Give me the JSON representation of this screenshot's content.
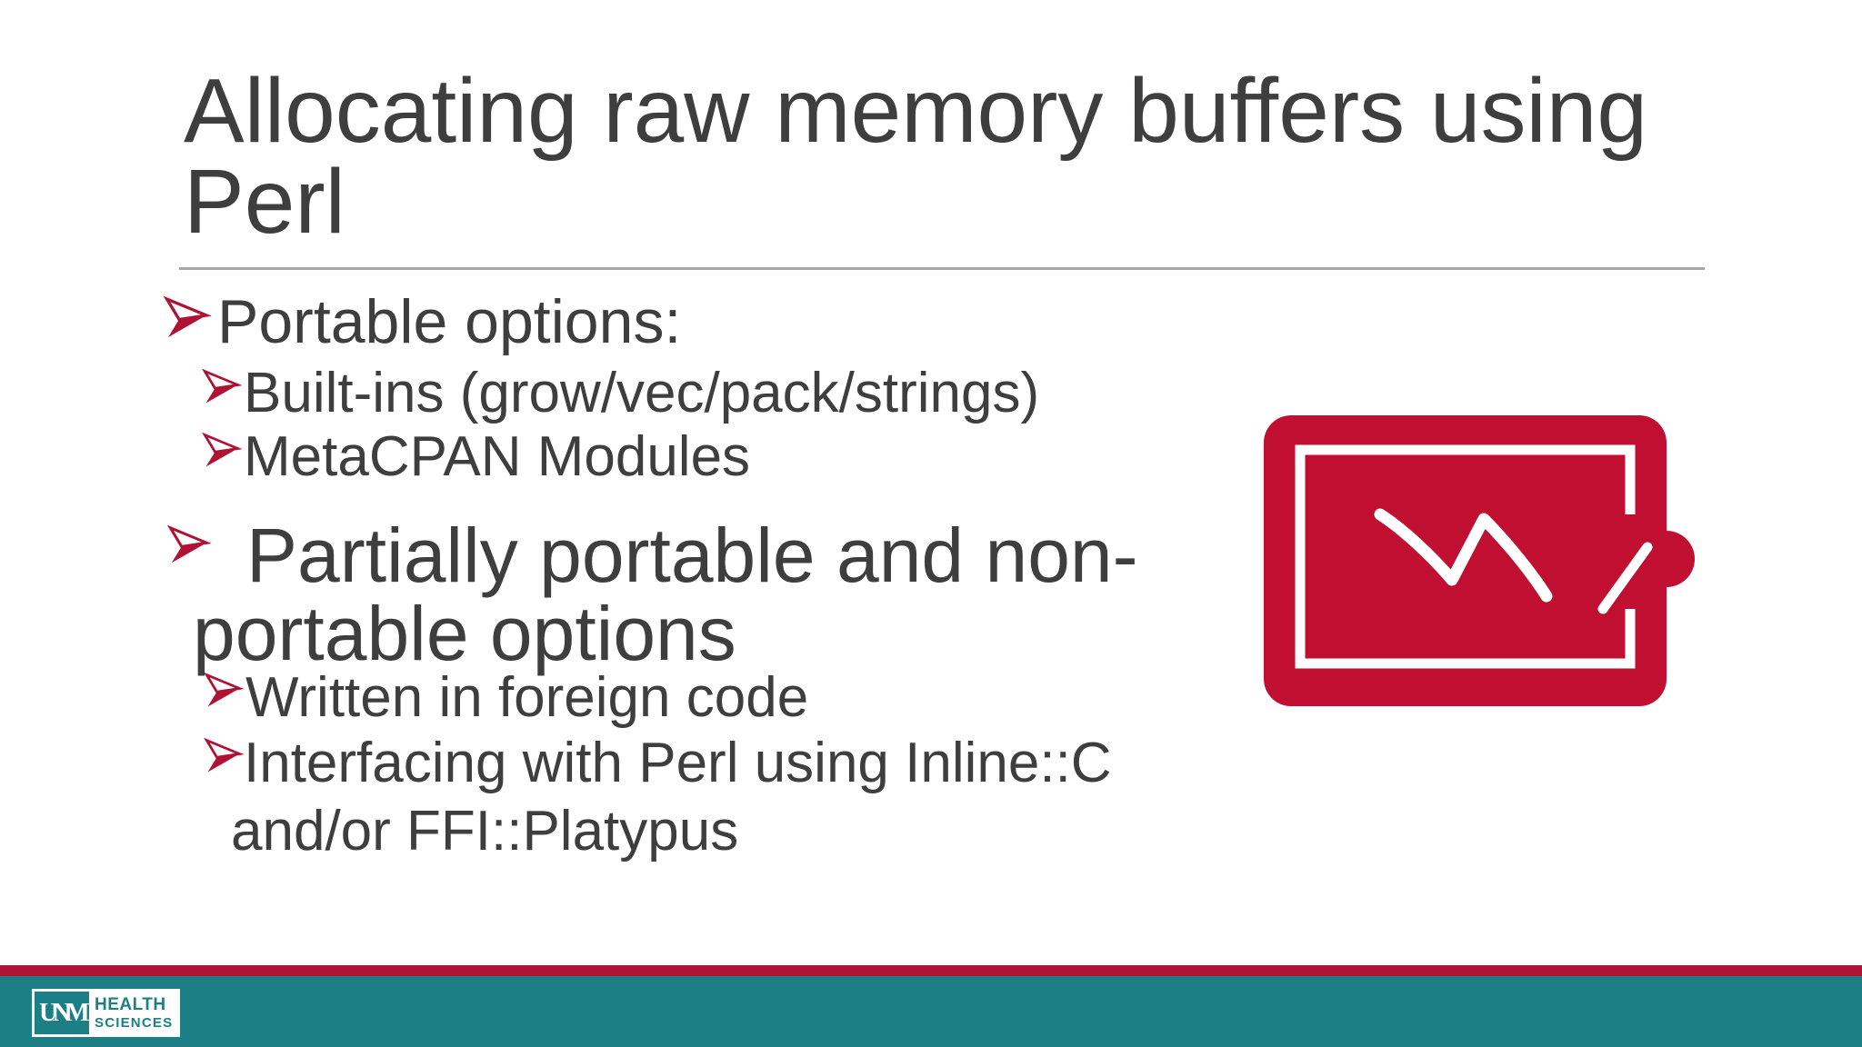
{
  "slide": {
    "title": {
      "line1": "Allocating raw memory buffers using",
      "line2": "Perl"
    },
    "bullets": {
      "l1": "Portable options:",
      "l2": "Built-ins (grow/vec/pack/strings)",
      "l3": "MetaCPAN Modules",
      "l4a": "Partially portable and non-",
      "l4b": "portable options",
      "l5": "Written in foreign code",
      "l6a": "Interfacing with Perl using Inline::C",
      "l6b": "and/or FFI::Platypus"
    },
    "icons": {
      "bullet": "crimson-dart-arrow-icon",
      "main_graphic": "whiteboard-scribble-pen-icon"
    }
  },
  "footer": {
    "logo_monogram": "UNM",
    "logo_line1": "HEALTH",
    "logo_line2": "SCIENCES"
  },
  "colors": {
    "crimson_stripe": "#B01233",
    "icon_red": "#C10F31",
    "teal": "#1C7F85",
    "text_gray": "#3E3E3E",
    "divider_gray": "#A6A6A6"
  }
}
